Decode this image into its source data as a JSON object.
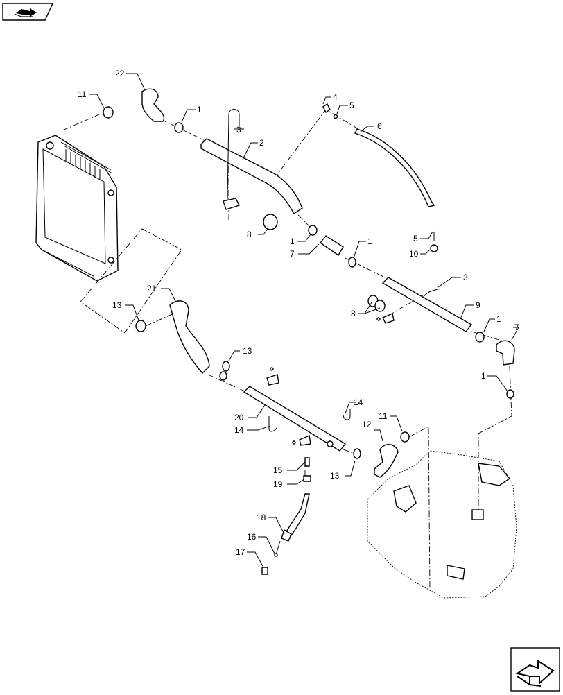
{
  "nav": {
    "top_icon": "book-arrow-icon",
    "bottom_icon": "next-page-arrow-icon"
  },
  "callouts": [
    {
      "id": "c22",
      "text": "22"
    },
    {
      "id": "c11a",
      "text": "11"
    },
    {
      "id": "c1a",
      "text": "1"
    },
    {
      "id": "c3a",
      "text": "3"
    },
    {
      "id": "c2",
      "text": "2"
    },
    {
      "id": "c4",
      "text": "4"
    },
    {
      "id": "c5a",
      "text": "5"
    },
    {
      "id": "c6",
      "text": "6"
    },
    {
      "id": "c8a",
      "text": "8"
    },
    {
      "id": "c1b",
      "text": "1"
    },
    {
      "id": "c7a",
      "text": "7"
    },
    {
      "id": "c1c",
      "text": "1"
    },
    {
      "id": "c5b",
      "text": "5"
    },
    {
      "id": "c10",
      "text": "10"
    },
    {
      "id": "c3b",
      "text": "3"
    },
    {
      "id": "c9",
      "text": "9"
    },
    {
      "id": "c8b",
      "text": "8"
    },
    {
      "id": "c1d",
      "text": "1"
    },
    {
      "id": "c7b",
      "text": "7"
    },
    {
      "id": "c21",
      "text": "21"
    },
    {
      "id": "c13a",
      "text": "13"
    },
    {
      "id": "c13b",
      "text": "13"
    },
    {
      "id": "c1e",
      "text": "1"
    },
    {
      "id": "c14a",
      "text": "14"
    },
    {
      "id": "c20",
      "text": "20"
    },
    {
      "id": "c14b",
      "text": "14"
    },
    {
      "id": "c11b",
      "text": "11"
    },
    {
      "id": "c12",
      "text": "12"
    },
    {
      "id": "c15",
      "text": "15"
    },
    {
      "id": "c13c",
      "text": "13"
    },
    {
      "id": "c19",
      "text": "19"
    },
    {
      "id": "c18",
      "text": "18"
    },
    {
      "id": "c16",
      "text": "16"
    },
    {
      "id": "c17",
      "text": "17"
    }
  ]
}
